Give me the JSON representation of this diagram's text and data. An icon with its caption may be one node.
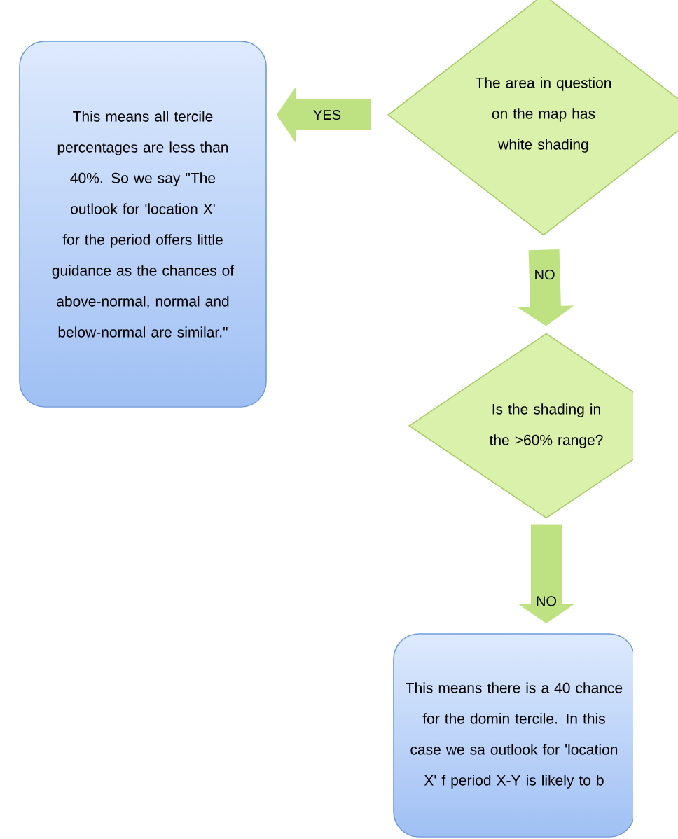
{
  "diagram": {
    "nodes": [
      {
        "text": [
          "This means all tercile percentages are less than 40%. So we say \"The outlook for 'location X' for the period offers little guidance as the chances of above-normal, normal and below-normal are similar.\""
        ]
      },
      {
        "text": [
          "The area in question on the map has white shading"
        ]
      },
      {
        "text": [
          "Is the shading in the >60% range?"
        ]
      },
      {
        "text": [
          "This means there is a 40 chance for the domin tercile. In this case we sa outlook for 'location X' f period X-Y is likely to b"
        ]
      }
    ],
    "edges": [
      {
        "from": 1,
        "to": 0,
        "arrow": "to",
        "label": "YES"
      },
      {
        "from": 1,
        "to": 2,
        "arrow": "to",
        "label": "NO"
      },
      {
        "from": 2,
        "to": 3,
        "arrow": "to",
        "label": "NO"
      }
    ]
  }
}
